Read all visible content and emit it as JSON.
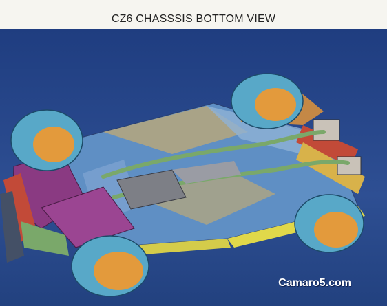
{
  "header": {
    "title": "CZ6 CHASSSIS BOTTOM VIEW"
  },
  "image": {
    "subject": "chassis-bottom-view-render",
    "colors": {
      "background": "#2e4f93",
      "tire": "#58a8c8",
      "rim": "#e39a3c",
      "floor_blue": "#5f8fc4",
      "floor_tan": "#b6a77c",
      "cradle": "#8a3a82",
      "exhaust": "#7aa86a",
      "accent_yellow": "#e0d84a",
      "accent_red": "#c24a38",
      "accent_orange": "#e0943a"
    }
  },
  "footer": {
    "brand": "Camaro5.com"
  }
}
